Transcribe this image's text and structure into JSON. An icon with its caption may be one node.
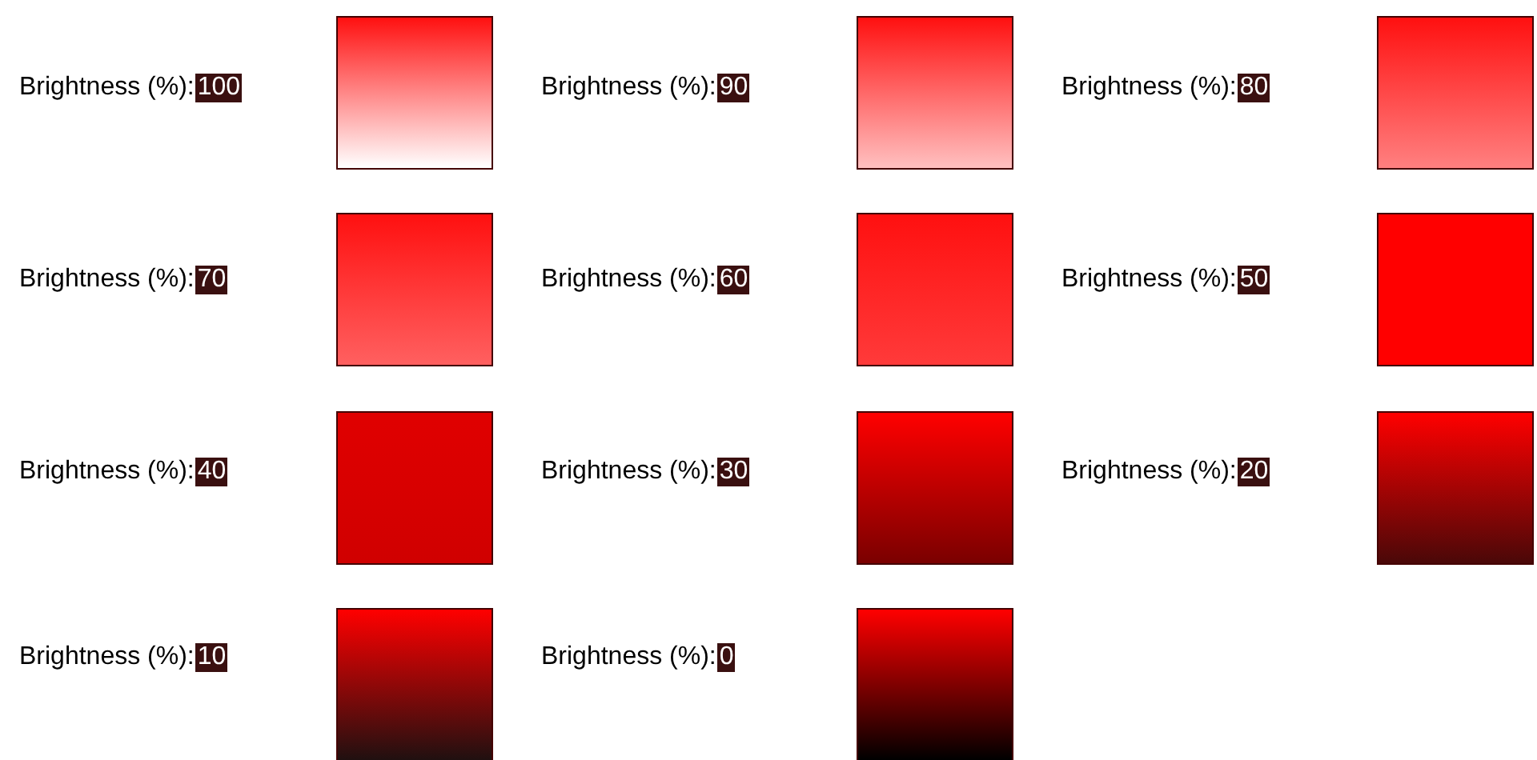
{
  "diagram": {
    "labels": [
      "Brightness (%):",
      "100",
      "Brightness (%):",
      "90",
      "Brightness (%):",
      "80",
      "Brightness (%):",
      "70",
      "Brightness (%):",
      "60",
      "Brightness (%):",
      "50",
      "Brightness (%):",
      "40",
      "Brightness (%):",
      "30",
      "Brightness (%):",
      "20",
      "Brightness (%):",
      "10",
      "Brightness (%):",
      "0"
    ]
  }
}
